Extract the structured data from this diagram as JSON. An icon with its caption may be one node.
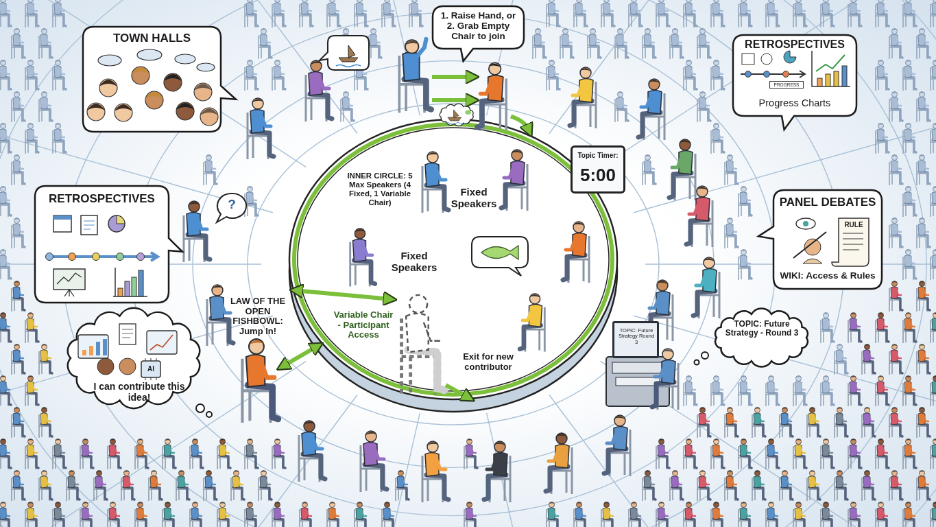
{
  "diagram": {
    "nodes": [
      {
        "text": [
          "TOWN HALLS"
        ]
      },
      {
        "text": [
          "RETROSPECTIVES"
        ]
      },
      {
        "text": [
          "AI",
          "I can contribute this idea!"
        ]
      },
      {
        "text": [
          "1. Raise Hand, or 2. Grab Empty Chair to join"
        ]
      },
      {
        "text": [
          "RETROSPECTIVES",
          "PROGRESS",
          "Progress Charts"
        ]
      },
      {
        "text": [
          "PANEL DEBATES",
          "RULE",
          "WIKI: Access & Rules"
        ]
      },
      {
        "text": [
          "TOPIC: Future Strategy - Round 3"
        ]
      },
      {
        "text": [
          "Topic Timer:",
          "5:00"
        ]
      },
      {
        "text": [
          "TOPIC: Future Strategy Round 3"
        ]
      },
      {
        "text": [],
        "shape": "person"
      },
      {
        "text": [],
        "shape": "person"
      },
      {
        "text": [],
        "shape": "circle"
      },
      {
        "text": [],
        "shape": "person"
      },
      {
        "text": [],
        "shape": "person",
        "in": 11
      }
    ],
    "edges": [
      {
        "from": 9,
        "to": 10,
        "arrow": "to"
      },
      {
        "from": 9,
        "to": 10,
        "arrow": "to"
      },
      {
        "from": 10,
        "to": 11,
        "arrow": "to"
      },
      {
        "from": 12,
        "to": 11,
        "arrow": "both"
      },
      {
        "from": 11,
        "to": 13,
        "arrow": "both"
      },
      {
        "from": 13,
        "to": 11,
        "arrow": "to"
      }
    ],
    "labels": [
      "INNER CIRCLE: 5 Max Speakers (4 Fixed, 1 Variable Chair)",
      "Fixed Speakers",
      "Fixed Speakers",
      "Variable Chair - Participant Access",
      "Exit for new contributor",
      "LAW OF THE OPEN FISHBOWL: Jump In!",
      "?"
    ]
  }
}
